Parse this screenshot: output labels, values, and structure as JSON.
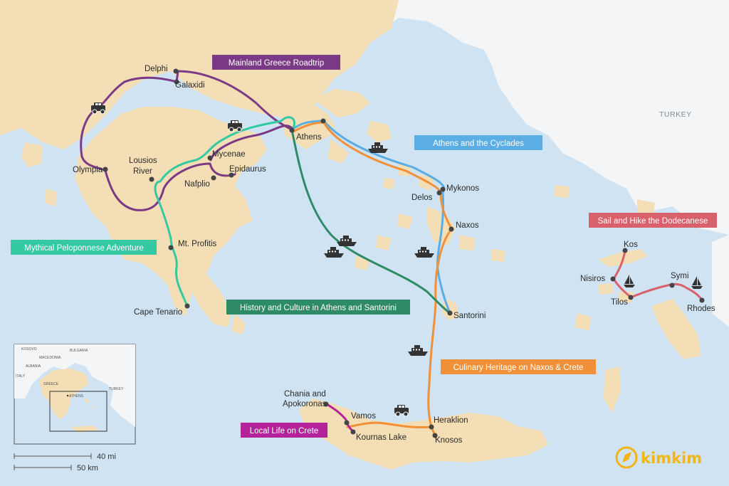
{
  "map": {
    "country_label": "TURKEY",
    "places": {
      "delphi": "Delphi",
      "galaxidi": "Galaxidi",
      "athens": "Athens",
      "olympia": "Olympia",
      "lousios_1": "Lousios",
      "lousios_2": "River",
      "mycenae": "Mycenae",
      "epidaurus": "Epidaurus",
      "nafplio": "Nafplio",
      "mt_profitis": "Mt. Profitis",
      "cape_tenario": "Cape Tenario",
      "delos": "Delos",
      "mykonos": "Mykonos",
      "naxos": "Naxos",
      "santorini": "Santorini",
      "chania_1": "Chania and",
      "chania_2": "Apokoronas",
      "vamos": "Vamos",
      "kournas": "Kournas Lake",
      "heraklion": "Heraklion",
      "knosos": "Knosos",
      "kos": "Kos",
      "nisiros": "Nisiros",
      "tilos": "Tilos",
      "symi": "Symi",
      "rhodes": "Rhodes"
    },
    "routes": [
      {
        "name": "Mainland Greece Roadtrip",
        "color": "#7b3a86"
      },
      {
        "name": "Athens and the Cyclades",
        "color": "#5aaee3"
      },
      {
        "name": "Sail and Hike the Dodecanese",
        "color": "#d9616b"
      },
      {
        "name": "Mythical Peloponnese Adventure",
        "color": "#34c9a1"
      },
      {
        "name": "History and Culture in Athens and Santorini",
        "color": "#2e8a67"
      },
      {
        "name": "Culinary Heritage on Naxos & Crete",
        "color": "#f0913a"
      },
      {
        "name": "Local Life on Crete",
        "color": "#b4239c"
      }
    ],
    "icons": [
      "jeep-icon",
      "ferry-icon",
      "sailboat-icon"
    ]
  },
  "inset": {
    "labels": {
      "kosovo": "KOSOVO",
      "bulgaria": "BULGARIA",
      "macedonia": "MACEDONIA",
      "albania": "ALBANIA",
      "italy": "ITALY",
      "greece": "GREECE",
      "athens": "ATHENS",
      "turkey": "TURKEY"
    }
  },
  "scale": {
    "miles": "40 mi",
    "km": "50 km"
  },
  "brand": {
    "name": "kimkim"
  },
  "colors": {
    "sea": "#cfe3f2",
    "land": "#f3deb5",
    "land_outer": "#f3f5f7"
  }
}
